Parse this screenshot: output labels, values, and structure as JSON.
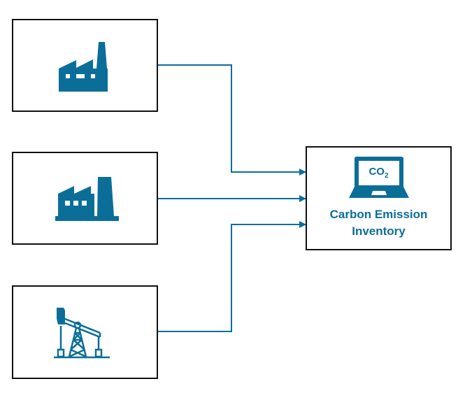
{
  "diagram": {
    "accent_color": "#0b6e99",
    "border_color": "#111111",
    "sources": [
      {
        "id": "source-1",
        "icon": "factory-icon"
      },
      {
        "id": "source-2",
        "icon": "factory-chimney-icon"
      },
      {
        "id": "source-3",
        "icon": "oil-pumpjack-icon"
      }
    ],
    "target": {
      "icon": "laptop-co2-icon",
      "co2_text": "CO",
      "co2_subscript": "2",
      "label_line1": "Carbon Emission",
      "label_line2": "Inventory"
    },
    "edges": [
      {
        "from": "source-1",
        "to": "target"
      },
      {
        "from": "source-2",
        "to": "target"
      },
      {
        "from": "source-3",
        "to": "target"
      }
    ]
  }
}
